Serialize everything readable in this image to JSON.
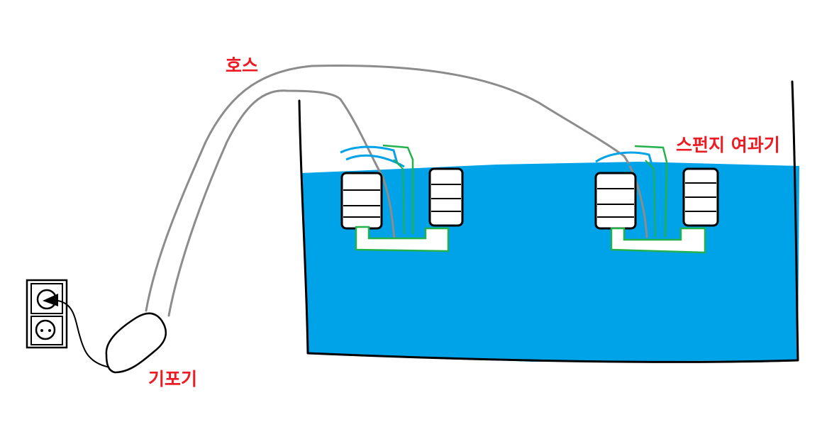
{
  "labels": {
    "hose": "호스",
    "sponge_filter": "스펀지 여과기",
    "air_pump": "기포기"
  },
  "colors": {
    "water": "#00a2e8",
    "label_text": "#ed1c24",
    "hose": "#8c8c8c",
    "tank_outline": "#000000",
    "filter_frame": "#22b14c",
    "sponge": "#ffffff",
    "bubbles": "#00a2e8"
  },
  "icons": [
    "power-outlet-icon",
    "air-pump-icon",
    "sponge-filter-icon"
  ]
}
